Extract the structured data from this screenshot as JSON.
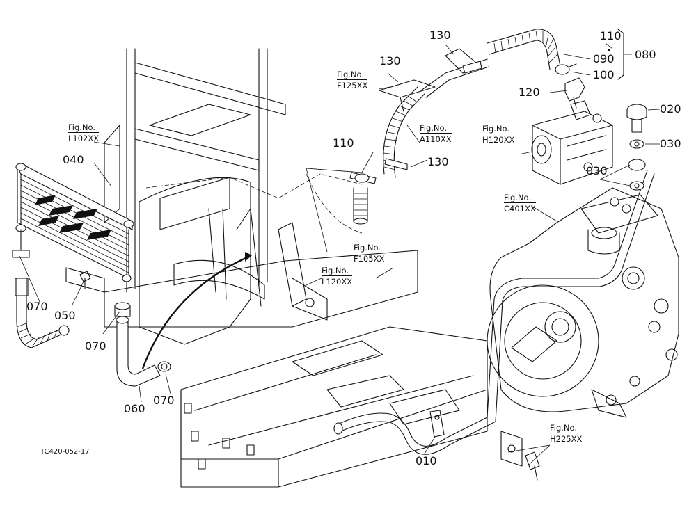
{
  "labels": {
    "p010": "010",
    "p020": "020",
    "p030a": "030",
    "p030b": "030",
    "p040": "040",
    "p050": "050",
    "p060": "060",
    "p070a": "070",
    "p070b": "070",
    "p070c": "070",
    "p080": "080",
    "p090": "090",
    "p100": "100",
    "p110a": "110",
    "p110b": "110",
    "p120": "120",
    "p130a": "130",
    "p130b": "130",
    "p130c": "130"
  },
  "figrefs": {
    "fig_prefix": "Fig.No.",
    "l102": "L102XX",
    "f125": "F125XX",
    "a110": "A110XX",
    "h120": "H120XX",
    "c401": "C401XX",
    "f105": "F105XX",
    "l120": "L120XX",
    "h225": "H225XX"
  },
  "drawing_ref": "TC420-052-17"
}
